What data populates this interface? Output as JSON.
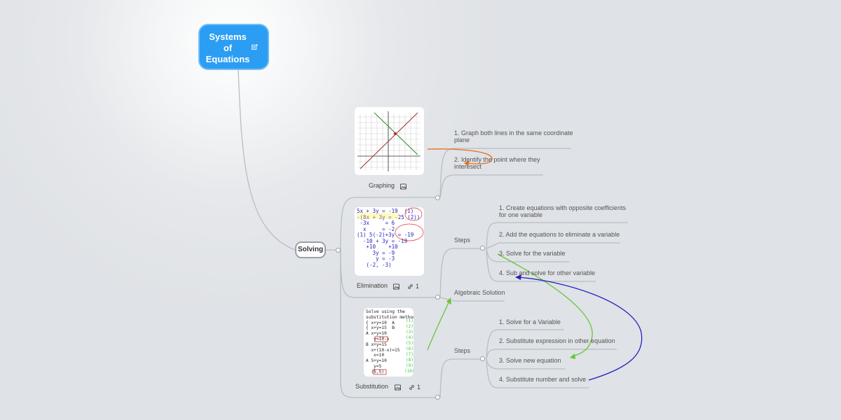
{
  "root": {
    "title": "Systems\nof\nEquations"
  },
  "hub": {
    "label": "Solving"
  },
  "methods": {
    "graphing": {
      "caption": "Graphing",
      "steps": [
        "1.  Graph both lines in the same coordinate plane",
        "2.  Identify the point where they interesect"
      ]
    },
    "elimination": {
      "caption": "Elimination",
      "link_count": "1",
      "steps_label": "Steps",
      "steps": [
        "1.  Create equations with opposite coefficients for one variable",
        "2.  Add the equations to eliminate a variable",
        "3.  Solve for the variable",
        "4.  Sub and solve for other variable"
      ]
    },
    "algebraic": {
      "label": "Algebraic Solution"
    },
    "substitution": {
      "caption": "Substitution",
      "link_count": "1",
      "steps_label": "Steps",
      "steps": [
        "1.  Solve for a Variable",
        "2.  Substitute expression in other equation",
        "3.  Solve new equation",
        "4.  Substitute number and solve"
      ]
    }
  },
  "images": {
    "elimination_lines": [
      "5x + 3y = -19  (1)",
      "-(8x + 3y = -25 (2))",
      " -3x     = 6",
      "  x     = -2",
      "(1) 5(-2)+3y = -19",
      "  -10 + 3y = -19",
      "   +10    +10",
      "     3y = -9",
      "      y = -3",
      "   (-2, -3)"
    ],
    "substitution_lines": [
      "Solve using the",
      "substitution method",
      "{ x+y=10  A",
      "{ x+y=15  B",
      "A x+y=10",
      "   y=10-x",
      "B x+y=15",
      "  x+(10-x)=15",
      "   x=10",
      "A 5+y=10",
      "   y=5",
      "  (5,5)"
    ]
  },
  "colors": {
    "root": "#2b9df3",
    "branch_line": "#b9bdc2",
    "orange_arrow": "#ea6a1e",
    "green_arrow": "#68c53a",
    "blue_arrow": "#2424c0"
  }
}
